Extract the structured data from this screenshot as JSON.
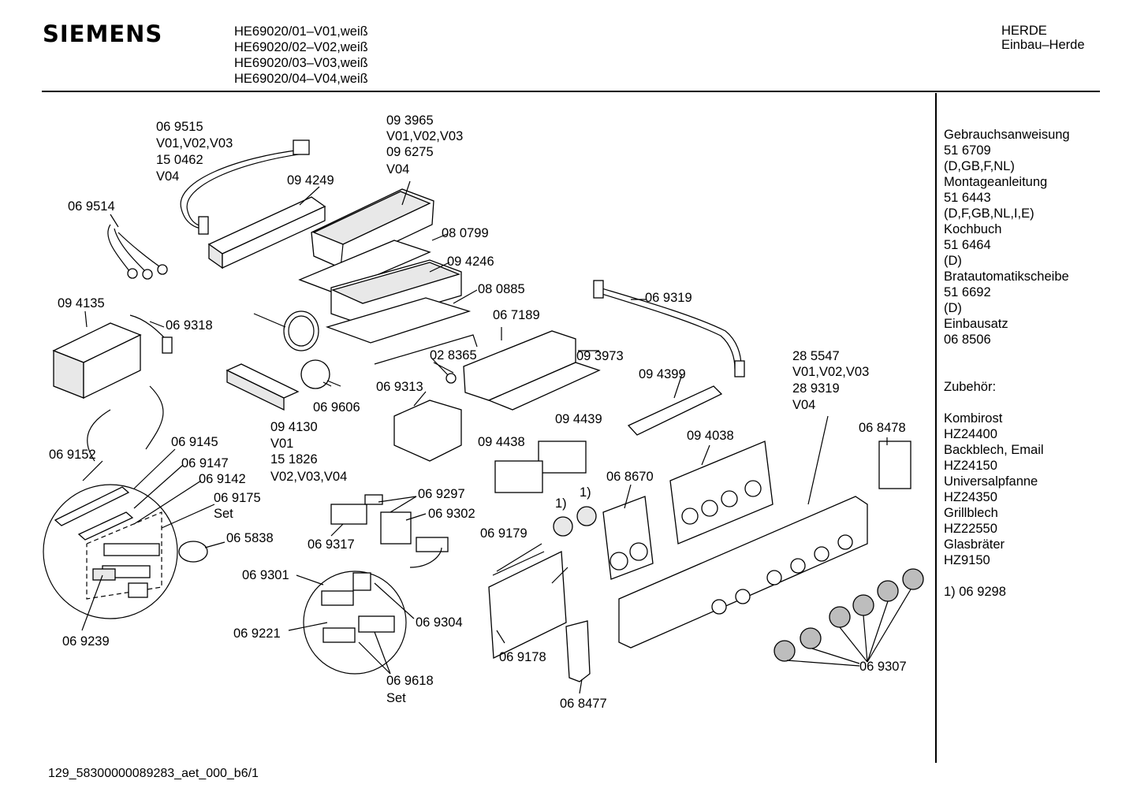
{
  "header": {
    "brand": "SIEMENS",
    "models": [
      "HE69020/01–V01,weiß",
      "HE69020/02–V02,weiß",
      "HE69020/03–V03,weiß",
      "HE69020/04–V04,weiß"
    ],
    "category": "HERDE",
    "subcategory": "Einbau–Herde"
  },
  "sidebar": {
    "lines": [
      "Gebrauchsanweisung",
      "51 6709",
      "(D,GB,F,NL)",
      "Montageanleitung",
      "51 6443",
      "(D,F,GB,NL,I,E)",
      "Kochbuch",
      "51 6464",
      "(D)",
      "Bratautomatikscheibe",
      "51 6692",
      "(D)",
      "Einbausatz",
      "06 8506",
      "",
      "",
      "Zubehör:",
      "",
      "Kombirost",
      "HZ24400",
      "Backblech, Email",
      "HZ24150",
      "Universalpfanne",
      "HZ24350",
      "Grillblech",
      "HZ22550",
      "Glasbräter",
      "HZ9150",
      "",
      "1) 06 9298"
    ]
  },
  "parts": {
    "p1": [
      "06 9515",
      "V01,V02,V03",
      "15 0462",
      "V04"
    ],
    "p2": [
      "09 3965",
      "V01,V02,V03",
      "09 6275",
      "V04"
    ],
    "p3": "09 4249",
    "p4": "06 9514",
    "p5": "08 0799",
    "p6": "09 4246",
    "p7": "08 0885",
    "p8": "09 4135",
    "p9": "06 9318",
    "p10": "06 9319",
    "p11": "06 7189",
    "p12": "02 8365",
    "p13": "09 3973",
    "p14": "06 9313",
    "p15": "06 9606",
    "p16": "09 4399",
    "p17": [
      "28 5547",
      "V01,V02,V03",
      "28 9319",
      "V04"
    ],
    "p18": [
      "09 4130",
      "V01",
      "15 1826",
      "V02,V03,V04"
    ],
    "p19": "09 4439",
    "p20": "06 8478",
    "p21": "09 4438",
    "p22": "09 4038",
    "p23": "06 9145",
    "p24": "06 9152",
    "p25": "06 9147",
    "p26": "06 9142",
    "p27": [
      "06 9175",
      "Set"
    ],
    "p28": "06 5838",
    "p29": "06 9297",
    "p30": "06 9302",
    "p31": "06 9317",
    "p32": "06 8670",
    "p33": "1)",
    "p34": "1)",
    "p35": "06 9179",
    "p36": "06 9301",
    "p37": "06 9304",
    "p38": "06 9221",
    "p39": "06 9239",
    "p40": "06 9178",
    "p41": [
      "06 9618",
      "Set"
    ],
    "p42": "06 8477",
    "p43": "06 9307"
  },
  "footer": {
    "doc_id": "129_58300000089283_aet_000_b6/1"
  }
}
